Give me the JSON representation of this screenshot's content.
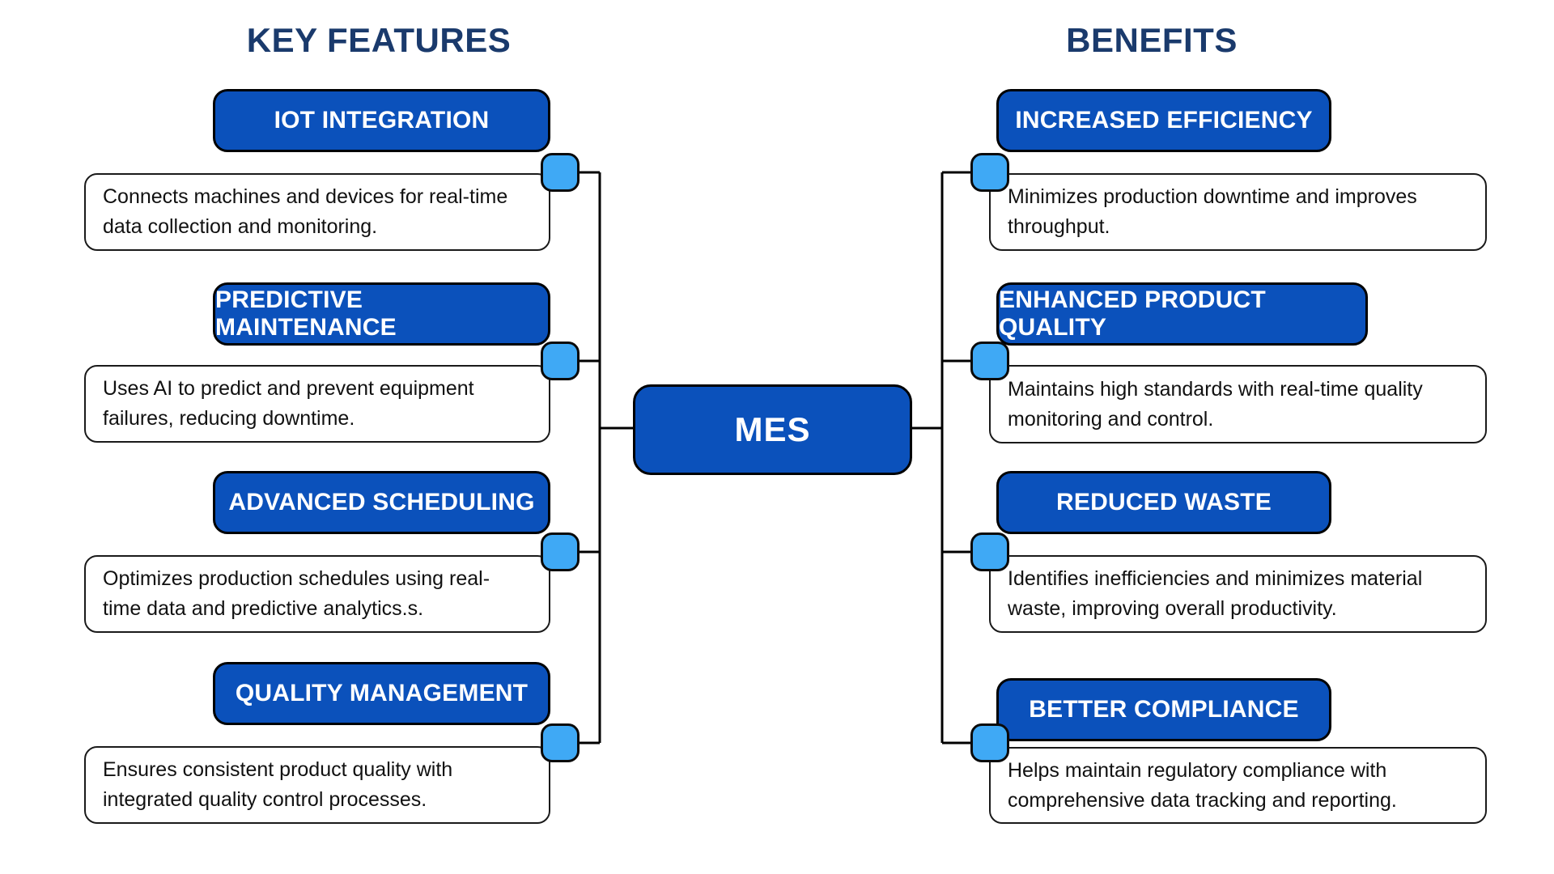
{
  "diagram": {
    "center": {
      "label": "MES"
    },
    "left_column": {
      "title": "KEY FEATURES",
      "items": [
        {
          "title": "IOT INTEGRATION",
          "description": "Connects machines and devices for real-time data collection and monitoring."
        },
        {
          "title": "PREDICTIVE MAINTENANCE",
          "description": "Uses AI to predict and prevent equipment failures, reducing downtime."
        },
        {
          "title": "ADVANCED SCHEDULING",
          "description": "Optimizes production schedules using real-time data and predictive analytics.s."
        },
        {
          "title": "QUALITY MANAGEMENT",
          "description": "Ensures consistent product quality with integrated quality control processes."
        }
      ]
    },
    "right_column": {
      "title": "BENEFITS",
      "items": [
        {
          "title": "INCREASED EFFICIENCY",
          "description": "Minimizes production downtime and improves throughput."
        },
        {
          "title": "ENHANCED PRODUCT QUALITY",
          "description": "Maintains high standards with real-time quality monitoring and control."
        },
        {
          "title": "REDUCED WASTE",
          "description": "Identifies inefficiencies and minimizes material waste, improving overall productivity."
        },
        {
          "title": "BETTER COMPLIANCE",
          "description": "Helps maintain regulatory compliance with comprehensive data tracking and reporting."
        }
      ]
    },
    "colors": {
      "box_blue": "#0b51bb",
      "title_navy": "#1a3a6c",
      "connector_blue": "#3fa9f5",
      "line_black": "#000000",
      "description_bg": "#ffffff",
      "description_text": "#111111"
    }
  }
}
